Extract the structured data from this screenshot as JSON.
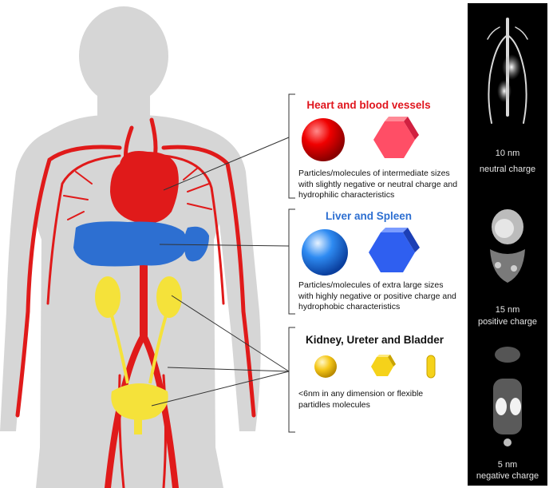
{
  "sections": [
    {
      "key": "heart",
      "title": "Heart and blood vessels",
      "title_color": "#e0161e",
      "description": "Particles/molecules of intermediate sizes with slightly negative or neutral charge and hydrophilic characteristics"
    },
    {
      "key": "liver",
      "title": "Liver and Spleen",
      "title_color": "#2d6fd1",
      "description": "Particles/molecules of extra large sizes with highly negative or positive charge and hydrophobic characteristics"
    },
    {
      "key": "kidney",
      "title": "Kidney, Ureter and Bladder",
      "title_color": "#111111",
      "description": "<6nm in any dimension or flexible partidles molecules"
    }
  ],
  "scans": [
    {
      "size": "10 nm",
      "charge": "neutral charge"
    },
    {
      "size": "15 nm",
      "charge": "positive charge"
    },
    {
      "size": "5 nm",
      "charge": "negative charge"
    }
  ],
  "colors": {
    "body_silhouette": "#d6d6d6",
    "vessels": "#e01a1a",
    "liver": "#2d6fd1",
    "kidney_bladder": "#f5e23a"
  }
}
